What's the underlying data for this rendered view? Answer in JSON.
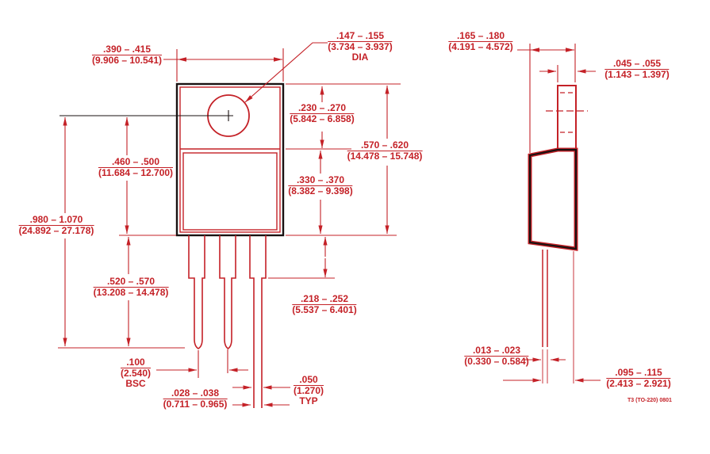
{
  "drawing": {
    "type": "package-outline-drawing",
    "views": [
      "front",
      "side"
    ],
    "note": "T3 (TO-220) 0801",
    "colors": {
      "red": "#c42127",
      "black": "#1a1212",
      "bg": "#ffffff"
    }
  },
  "dims": {
    "pkg_width": {
      "inch": ".390 – .415",
      "mm": "(9.906 – 10.541)"
    },
    "hole_dia": {
      "inch": ".147 – .155",
      "mm": "(3.734 – 3.937)",
      "suffix": "DIA"
    },
    "tab_height": {
      "inch": ".230 – .270",
      "mm": "(5.842 – 6.858)"
    },
    "overall_body": {
      "inch": ".570 – .620",
      "mm": "(14.478 – 15.748)"
    },
    "body_height": {
      "inch": ".330 – .370",
      "mm": "(8.382 – 9.398)"
    },
    "hole_to_body": {
      "inch": ".460 – .500",
      "mm": "(11.684 – 12.700)"
    },
    "hole_to_lead_tip": {
      "inch": ".980 – 1.070",
      "mm": "(24.892 – 27.178)"
    },
    "lead_shoulder": {
      "inch": ".218 – .252",
      "mm": "(5.537 – 6.401)"
    },
    "lead_length": {
      "inch": ".520 – .570",
      "mm": "(13.208 – 14.478)"
    },
    "lead_pitch": {
      "inch": ".100",
      "mm": "(2.540)",
      "suffix": "BSC"
    },
    "lead_width_narrow": {
      "inch": ".028 – .038",
      "mm": "(0.711 – 0.965)"
    },
    "lead_width": {
      "inch": ".050",
      "mm": "(1.270)",
      "suffix": "TYP"
    },
    "body_thickness": {
      "inch": ".165 – .180",
      "mm": "(4.191 – 4.572)"
    },
    "tab_thickness": {
      "inch": ".045 – .055",
      "mm": "(1.143 – 1.397)"
    },
    "lead_thickness_side": {
      "inch": ".013 – .023",
      "mm": "(0.330 – 0.584)"
    },
    "lead_offset": {
      "inch": ".095 – .115",
      "mm": "(2.413 – 2.921)"
    }
  }
}
